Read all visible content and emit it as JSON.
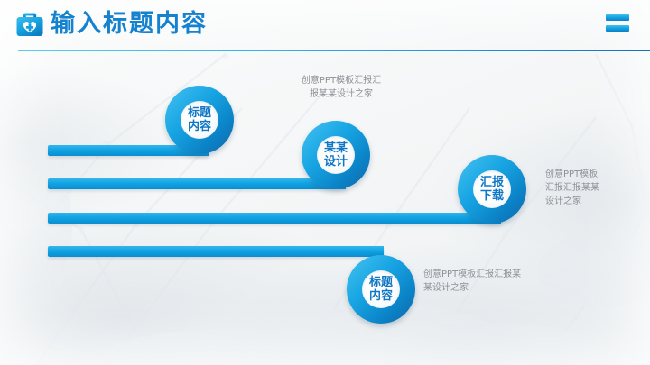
{
  "header": {
    "title": "输入标题内容",
    "icon": "medical-kit-icon",
    "menu_icon": "hamburger-menu-icon",
    "accent_color": "#1582cf",
    "rule_color": "#36b5e8"
  },
  "nodes": [
    {
      "id": "node-1",
      "line1": "标题",
      "line2": "内容",
      "caption": "创意PPT模板汇报汇\n报某某设计之家",
      "caption_align": "center"
    },
    {
      "id": "node-2",
      "line1": "某某",
      "line2": "设计",
      "caption": "",
      "caption_align": "center"
    },
    {
      "id": "node-3",
      "line1": "汇报",
      "line2": "下载",
      "caption": "创意PPT模板\n汇报汇报某某\n设计之家",
      "caption_align": "left"
    },
    {
      "id": "node-4",
      "line1": "标题",
      "line2": "内容",
      "caption": "创意PPT模板汇报汇报某\n某设计之家",
      "caption_align": "left"
    }
  ],
  "colors": {
    "ribbon_light": "#35b6ec",
    "ribbon_dark": "#0a8ed0",
    "text_blue": "#1077c6",
    "caption_gray": "#8d9196",
    "background": "#f6f7f8"
  }
}
